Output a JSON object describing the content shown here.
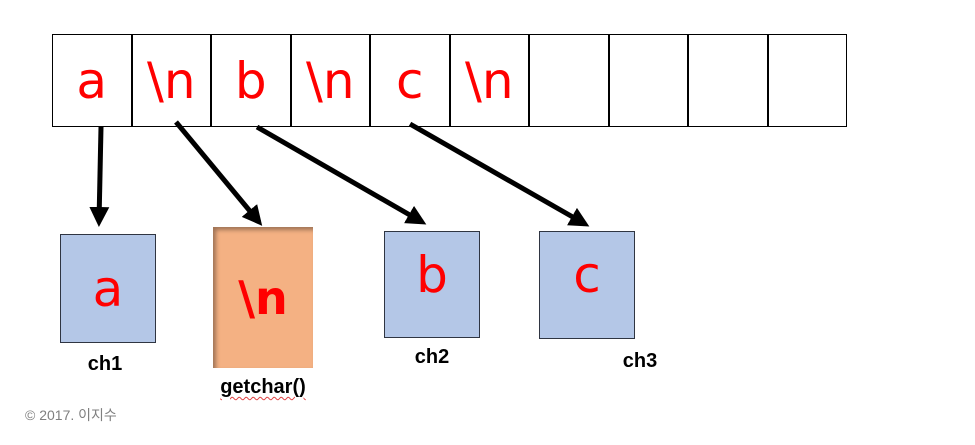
{
  "buffer": {
    "cells": [
      "a",
      "\\n",
      "b",
      "\\n",
      "c",
      "\\n",
      "",
      "",
      "",
      ""
    ]
  },
  "variables": [
    {
      "name": "ch1",
      "value": "a",
      "color": "#B4C7E7"
    },
    {
      "name": "getchar()",
      "value": "\\n",
      "color": "#F4B183"
    },
    {
      "name": "ch2",
      "value": "b",
      "color": "#B4C7E7"
    },
    {
      "name": "ch3",
      "value": "c",
      "color": "#B4C7E7"
    }
  ],
  "copyright": "© 2017. 이지수"
}
